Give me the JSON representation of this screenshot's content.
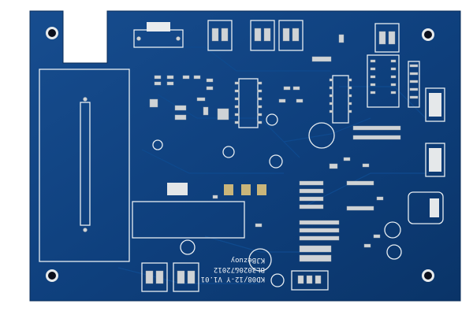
{
  "board": {
    "substrate_color": "#0d3f7c",
    "silkscreen_color": "#e8eef2",
    "pad_color": "#cfd3d6",
    "silkscreen_text": {
      "model": "KD08/12-Y  V1.01",
      "date": "BL3020&72012",
      "maker": "KJBezuoy"
    }
  }
}
